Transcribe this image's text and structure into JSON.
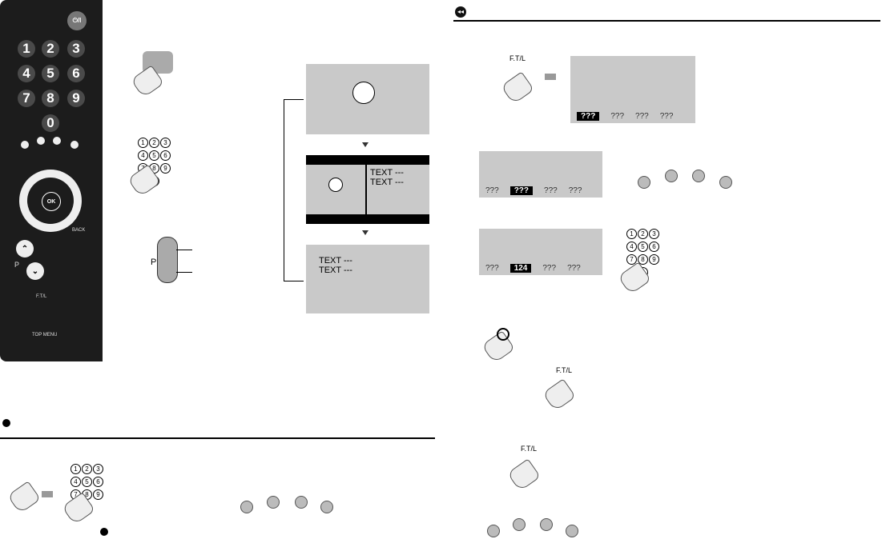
{
  "header_icon": "rewind-icon",
  "remote": {
    "power_label": "⏻/I",
    "number_keys": [
      "1",
      "2",
      "3",
      "4",
      "5",
      "6",
      "7",
      "8",
      "9",
      "0"
    ],
    "ok_label": "OK",
    "back_label": "BACK",
    "p_label": "P",
    "ftl_label": "F.T/L",
    "top_menu_label": "TOP MENU"
  },
  "left": {
    "screen2_text": [
      "TEXT ---",
      "TEXT ---"
    ],
    "screen3_text": [
      "TEXT ---",
      "TEXT ---"
    ],
    "p_label": "P"
  },
  "right": {
    "ftl_label": "F.T/L",
    "tabs1": [
      "???",
      "???",
      "???",
      "???"
    ],
    "tabs2": [
      "???",
      "???",
      "???",
      "???"
    ],
    "tabs3": [
      "???",
      "124",
      "???",
      "???"
    ]
  }
}
